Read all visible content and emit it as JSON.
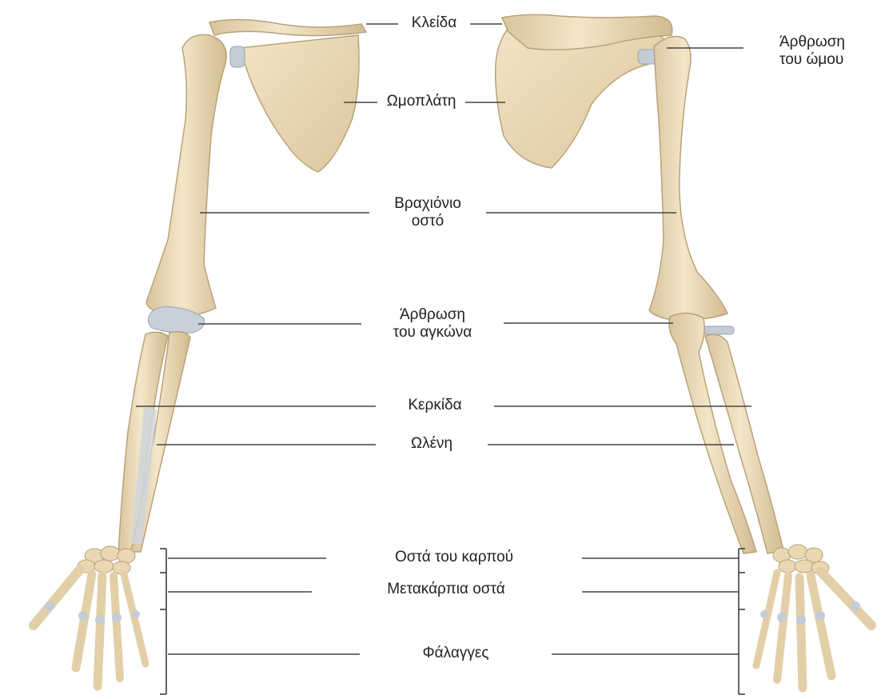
{
  "labels": {
    "clavicle": "Κλείδα",
    "scapula": "Ωμοπλάτη",
    "humerus_1": "Βραχιόνιο",
    "humerus_2": "οστό",
    "elbow_1": "Άρθρωση",
    "elbow_2": "του αγκώνα",
    "shoulder_1": "Άρθρωση",
    "shoulder_2": "του ώμου",
    "radius": "Κερκίδα",
    "ulna": "Ωλένη",
    "carpals": "Οστά του καρπού",
    "metacarpals": "Μετακάρπια οστά",
    "phalanges": "Φάλαγγες"
  },
  "colors": {
    "bone": "#ecdcb9",
    "bone_shade": "#d6c29a",
    "bone_outline": "#b9a27a",
    "cartilage": "#c4ccd6",
    "leader_line": "#444444",
    "text": "#222222"
  }
}
